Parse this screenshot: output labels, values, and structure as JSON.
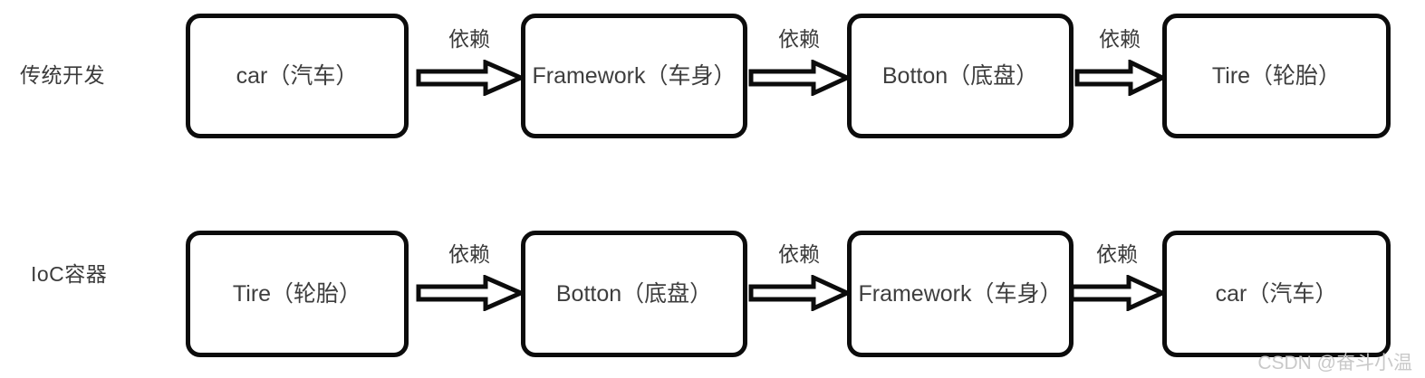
{
  "diagram": {
    "title": "IoC dependency direction comparison",
    "colors": {
      "box_stroke": "#0c0c0c",
      "box_fill": "#ffffff",
      "text": "#3e3e3e",
      "label": "#3b3b3b",
      "arrow_stroke": "#0c0c0c",
      "arrow_fill": "#ffffff",
      "watermark": "#c9c9c9",
      "background": "#ffffff"
    },
    "rows": [
      {
        "id": "traditional",
        "label": "传统开发",
        "nodes": [
          {
            "label": "car（汽车）"
          },
          {
            "label": "Framework（车身）"
          },
          {
            "label": "Botton（底盘）"
          },
          {
            "label": "Tire（轮胎）"
          }
        ],
        "connectors": [
          {
            "label": "依赖",
            "icon": "block-arrow-right-icon"
          },
          {
            "label": "依赖",
            "icon": "block-arrow-right-icon"
          },
          {
            "label": "依赖",
            "icon": "block-arrow-right-icon"
          }
        ]
      },
      {
        "id": "ioc-container",
        "label": "IoC容器",
        "nodes": [
          {
            "label": "Tire（轮胎）"
          },
          {
            "label": "Botton（底盘）"
          },
          {
            "label": "Framework（车身）"
          },
          {
            "label": "car（汽车）"
          }
        ],
        "connectors": [
          {
            "label": "依赖",
            "icon": "block-arrow-right-icon"
          },
          {
            "label": "依赖",
            "icon": "block-arrow-right-icon"
          },
          {
            "label": "依赖",
            "icon": "block-arrow-right-icon"
          }
        ]
      }
    ],
    "watermark": "CSDN @奋斗小温"
  }
}
